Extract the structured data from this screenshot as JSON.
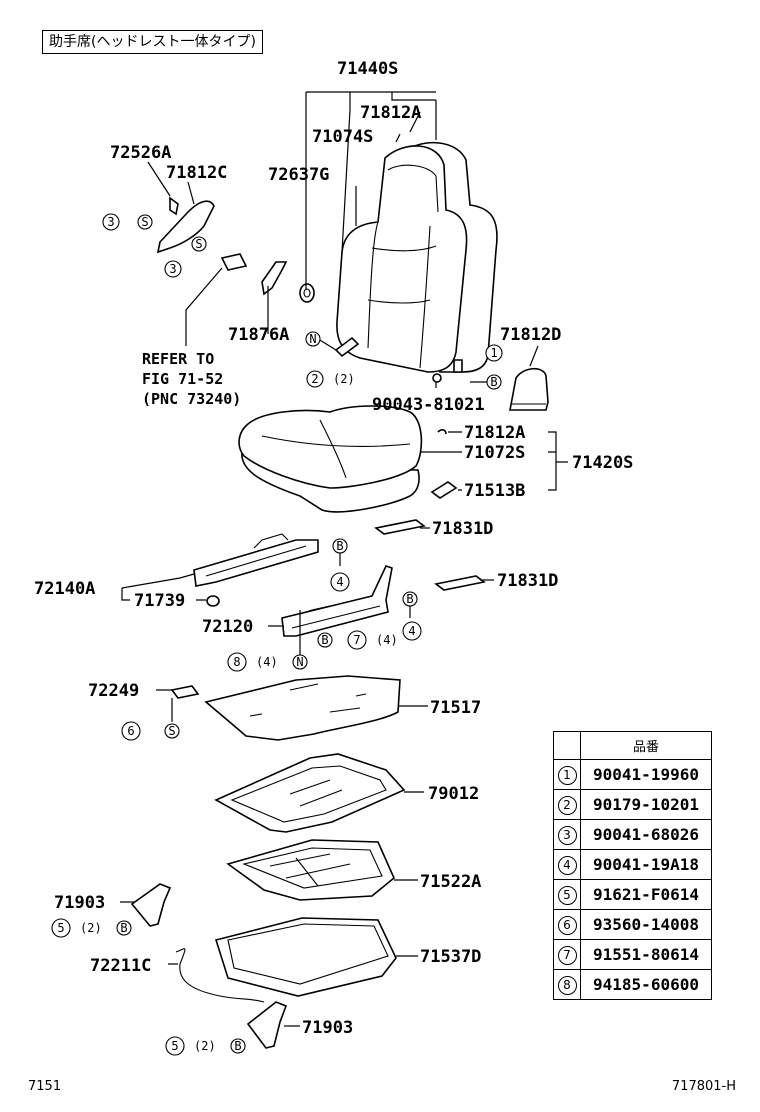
{
  "title": "助手席(ヘッドレスト一体タイプ)",
  "labels": {
    "p71440S": "71440S",
    "p71812A_top": "71812A",
    "p71074S": "71074S",
    "p72526A": "72526A",
    "p71812C": "71812C",
    "p72637G": "72637G",
    "p71876A": "71876A",
    "p71812D": "71812D",
    "p90043": "90043-81021",
    "p71812A_mid": "71812A",
    "p71072S": "71072S",
    "p71420S": "71420S",
    "p71513B": "71513B",
    "p71831D_1": "71831D",
    "p71831D_2": "71831D",
    "p72140A": "72140A",
    "p71739": "71739",
    "p72120": "72120",
    "p72249": "72249",
    "p71517": "71517",
    "p79012": "79012",
    "p71522A": "71522A",
    "p71903_1": "71903",
    "p72211C": "72211C",
    "p71537D": "71537D",
    "p71903_2": "71903"
  },
  "refer_note": [
    "REFER TO",
    "FIG 71-52",
    "(PNC 73240)"
  ],
  "markers": {
    "S": "S",
    "B": "B",
    "N": "N",
    "qty2": "(2)",
    "qty4": "(4)"
  },
  "callouts": [
    "1",
    "2",
    "3",
    "4",
    "5",
    "6",
    "7",
    "8"
  ],
  "table": {
    "header": "品番",
    "rows": [
      {
        "key": "1",
        "part": "90041-19960"
      },
      {
        "key": "2",
        "part": "90179-10201"
      },
      {
        "key": "3",
        "part": "90041-68026"
      },
      {
        "key": "4",
        "part": "90041-19A18"
      },
      {
        "key": "5",
        "part": "91621-F0614"
      },
      {
        "key": "6",
        "part": "93560-14008"
      },
      {
        "key": "7",
        "part": "91551-80614"
      },
      {
        "key": "8",
        "part": "94185-60600"
      }
    ]
  },
  "footer": {
    "left": "7151",
    "right": "717801-H"
  }
}
